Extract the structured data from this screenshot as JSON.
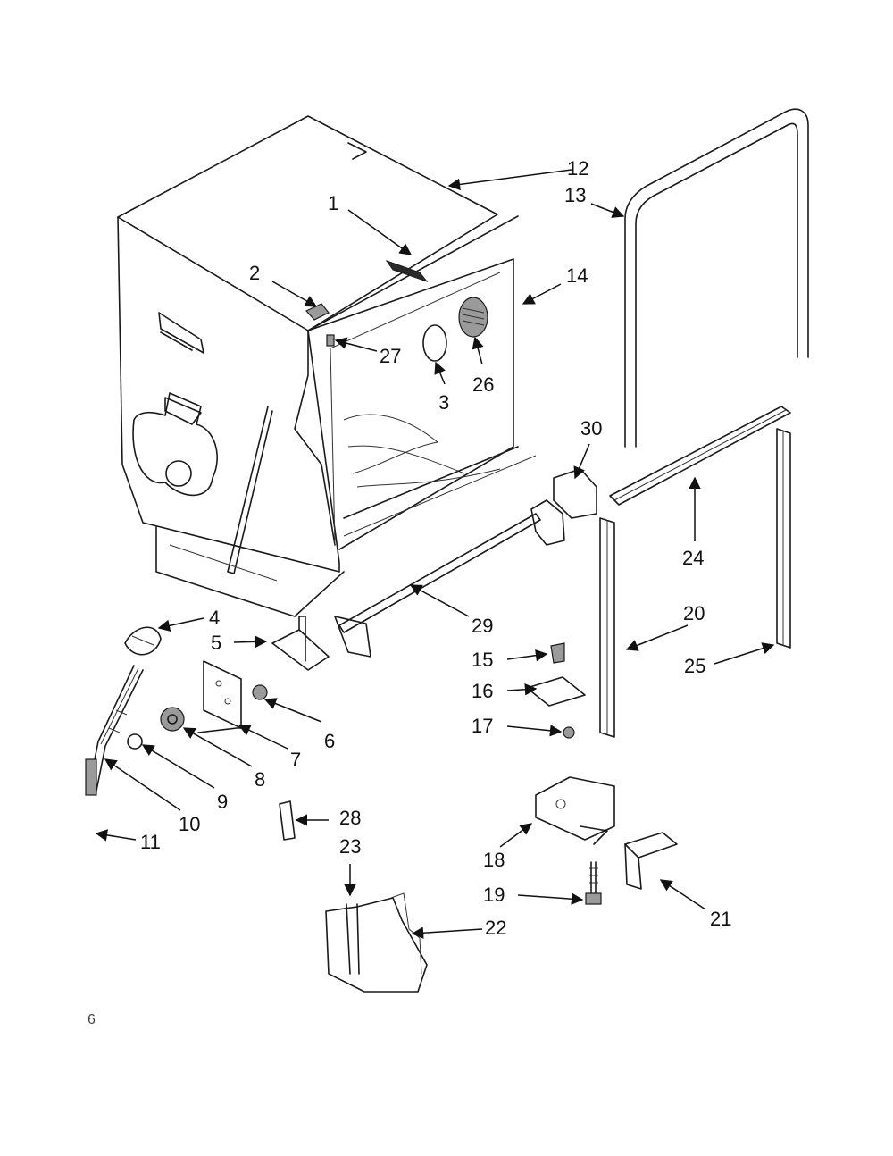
{
  "diagram": {
    "callouts": [
      {
        "id": "c1",
        "text": "1"
      },
      {
        "id": "c2",
        "text": "2"
      },
      {
        "id": "c3",
        "text": "3"
      },
      {
        "id": "c4",
        "text": "4"
      },
      {
        "id": "c5",
        "text": "5"
      },
      {
        "id": "c6",
        "text": "6"
      },
      {
        "id": "c7",
        "text": "7"
      },
      {
        "id": "c8",
        "text": "8"
      },
      {
        "id": "c9",
        "text": "9"
      },
      {
        "id": "c10",
        "text": "10"
      },
      {
        "id": "c11",
        "text": "11"
      },
      {
        "id": "c12",
        "text": "12"
      },
      {
        "id": "c13",
        "text": "13"
      },
      {
        "id": "c14",
        "text": "14"
      },
      {
        "id": "c15",
        "text": "15"
      },
      {
        "id": "c16",
        "text": "16"
      },
      {
        "id": "c17",
        "text": "17"
      },
      {
        "id": "c18",
        "text": "18"
      },
      {
        "id": "c19",
        "text": "19"
      },
      {
        "id": "c20",
        "text": "20"
      },
      {
        "id": "c21",
        "text": "21"
      },
      {
        "id": "c22",
        "text": "22"
      },
      {
        "id": "c23",
        "text": "23"
      },
      {
        "id": "c24",
        "text": "24"
      },
      {
        "id": "c25",
        "text": "25"
      },
      {
        "id": "c26",
        "text": "26"
      },
      {
        "id": "c27",
        "text": "27"
      },
      {
        "id": "c28",
        "text": "28"
      },
      {
        "id": "c29",
        "text": "29"
      },
      {
        "id": "c30",
        "text": "30"
      }
    ],
    "footer_mark": "6"
  }
}
